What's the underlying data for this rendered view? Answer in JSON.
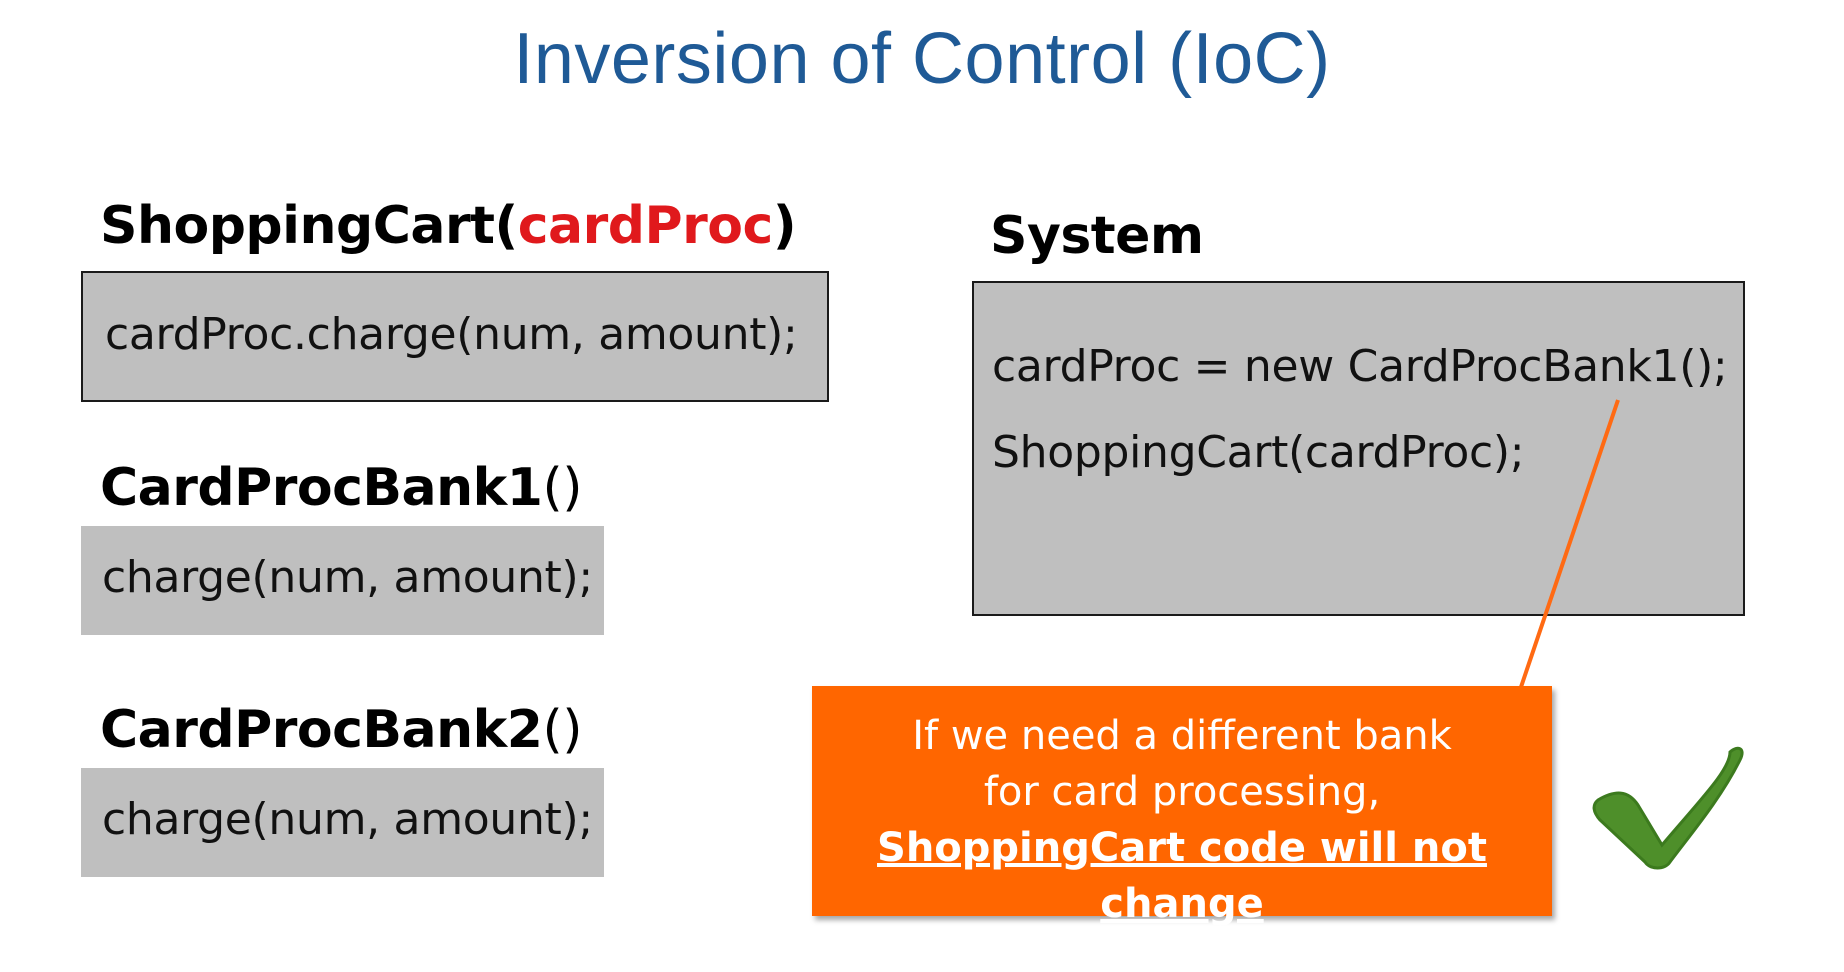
{
  "title": "Inversion of Control (IoC)",
  "shopping_cart": {
    "label_prefix": "ShoppingCart(",
    "label_param": "cardProc",
    "label_suffix": ")",
    "code": "cardProc.charge(num, amount);"
  },
  "bank1": {
    "label_name": "CardProcBank1",
    "label_parens": "()",
    "code": "charge(num, amount);"
  },
  "bank2": {
    "label_name": "CardProcBank2",
    "label_parens": "()",
    "code": "charge(num, amount);"
  },
  "system": {
    "label": "System",
    "code_line1": "cardProc = new CardProcBank1();",
    "code_line2": "ShoppingCart(cardProc);"
  },
  "callout": {
    "line1": "If we need a different bank",
    "line2": "for card processing,",
    "line3": "ShoppingCart code will not change"
  },
  "colors": {
    "title": "#1f5a96",
    "highlight": "#e0191c",
    "box_fill": "#bfbfbf",
    "callout_fill": "#ff6600",
    "checkmark": "#4e8f2a"
  },
  "icons": [
    "checkmark-icon"
  ]
}
